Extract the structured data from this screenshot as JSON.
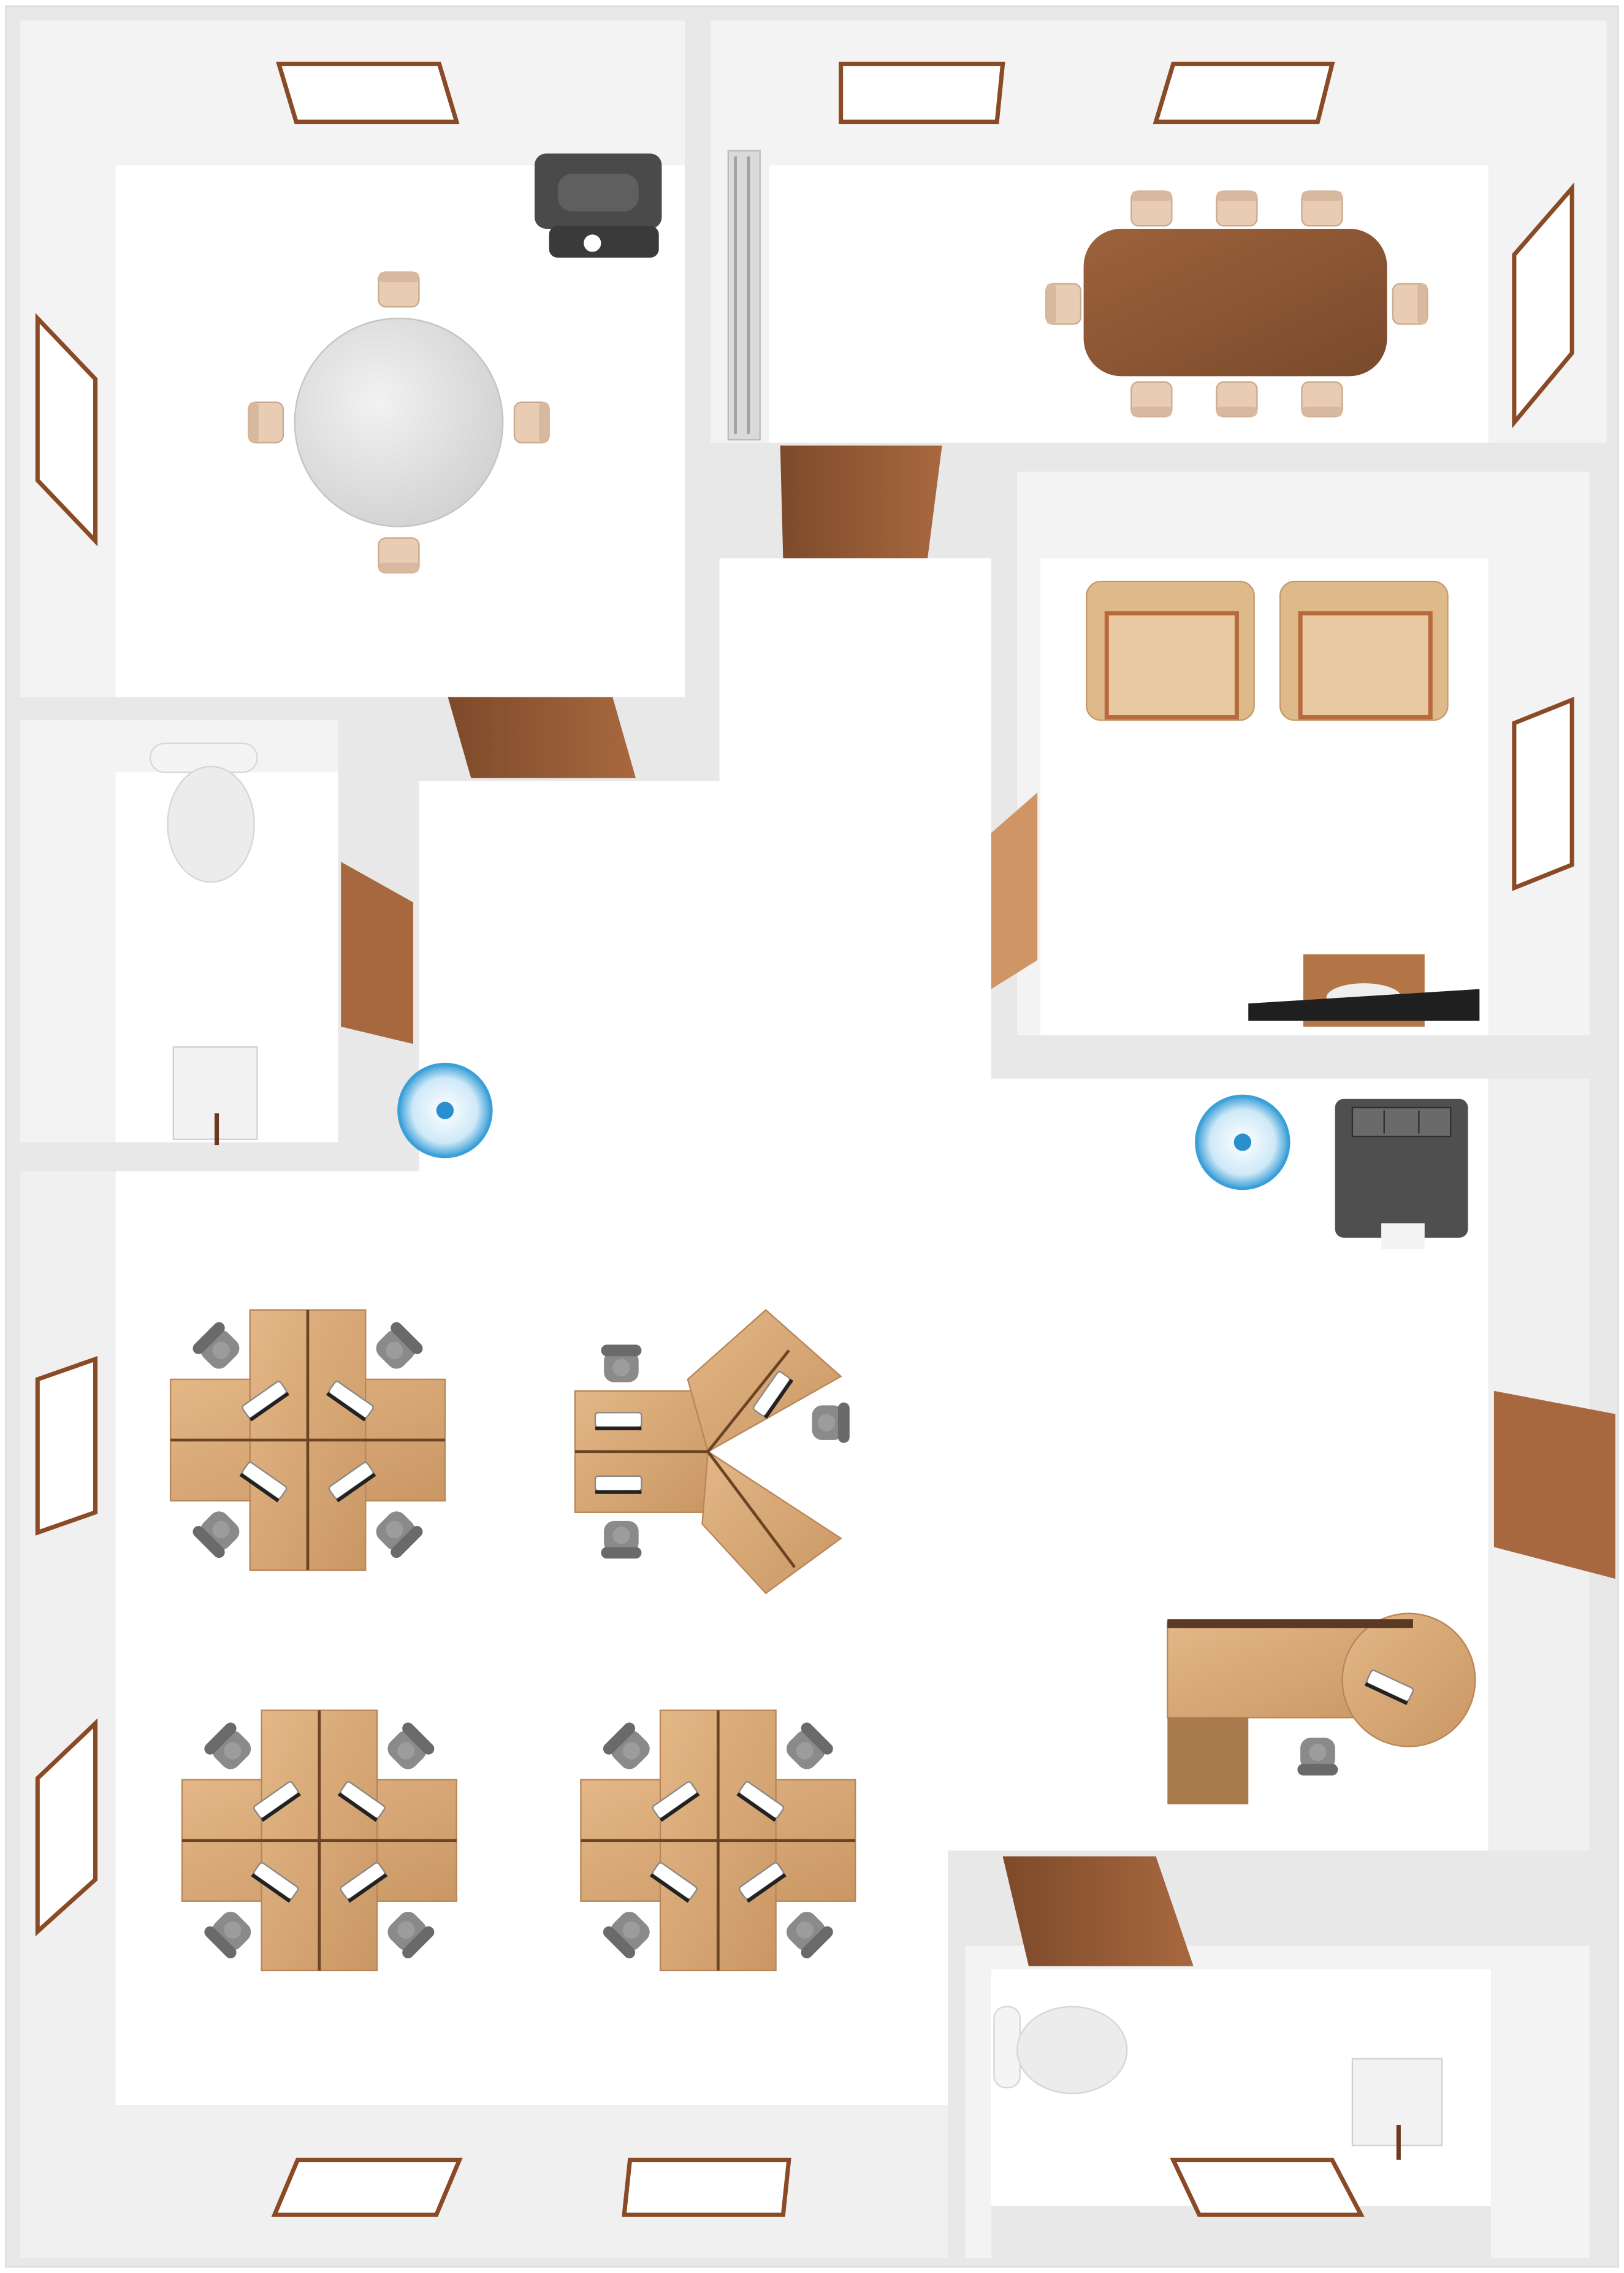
{
  "colors": {
    "wall": "#e6e6e6",
    "wall_top": "#f5f5f5",
    "floor": "#ffffff",
    "door": "#9b5a33",
    "door_light": "#cf9565",
    "desk": "#d9a874",
    "desk_dark": "#6b4424",
    "table_wood": "#8e5a36",
    "chair_beige": "#e8cdb4",
    "chair_gray": "#8a8a8a",
    "window_frame": "#8b4a26",
    "sofa": "#deb98a",
    "appliance": "#4a4a4a",
    "round_table": "#d8d8d8",
    "light_blue": "#3b9fd8"
  },
  "rooms": [
    {
      "name": "round-table-room",
      "icon": "round-table-icon"
    },
    {
      "name": "conference-room",
      "icon": "conference-table-icon"
    },
    {
      "name": "lounge-room",
      "icon": "armchair-icon"
    },
    {
      "name": "restroom-top",
      "icon": "toilet-icon"
    },
    {
      "name": "open-office",
      "icon": "workstation-cluster-icon"
    },
    {
      "name": "restroom-bottom",
      "icon": "toilet-icon"
    }
  ],
  "equipment": [
    "coffee-machine-icon",
    "printer-icon",
    "ceiling-light-icon",
    "tv-icon",
    "sink-icon"
  ]
}
